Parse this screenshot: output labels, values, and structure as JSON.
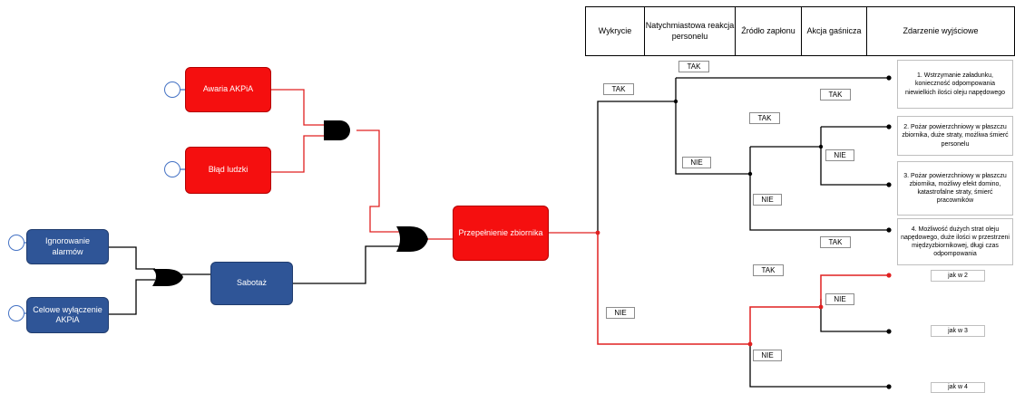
{
  "headers": [
    "Wykrycie",
    "Natychmiastowa reakcja personelu",
    "Źródło zapłonu",
    "Akcja gaśnicza",
    "Zdarzenie wyjściowe"
  ],
  "nodes": {
    "awaria": "Awaria AKPiA",
    "blad": "Błąd ludzki",
    "ignorowanie": "Ignorowanie alarmów",
    "celowe": "Celowe wyłączenie AKPiA",
    "sabotaz": "Sabotaż",
    "przepelnienie": "Przepełnienie zbiornika"
  },
  "branch_labels": {
    "tak_1": "TAK",
    "tak_2": "TAK",
    "tak_3": "TAK",
    "tak_4": "TAK",
    "tak_5": "TAK",
    "tak_6": "TAK",
    "nie_1": "NIE",
    "nie_2": "NIE",
    "nie_3": "NIE",
    "nie_4": "NIE",
    "nie_5": "NIE",
    "nie_6": "NIE"
  },
  "outcomes": [
    "1. Wstrzymanie załadunku, konieczność odpompowania niewielkich ilości oleju napędowego",
    "2. Pożar powierzchniowy w płaszczu zbiornika, duże straty, możliwa śmierć personelu",
    "3. Pożar powierzchniowy w płaszczu zbiornika, możliwy efekt domino, katastrofalne straty, śmierć pracowników",
    "4. Możliwość dużych strat oleju napędowego, duże ilości w przestrzeni międzyzbiornikowej, długi czas odpompowania",
    "jak w 2",
    "jak w 3",
    "jak w 4"
  ],
  "colors": {
    "red": "#f50f0f",
    "blue": "#2f5597",
    "red_line": "#e02020",
    "black_line": "#000000"
  }
}
